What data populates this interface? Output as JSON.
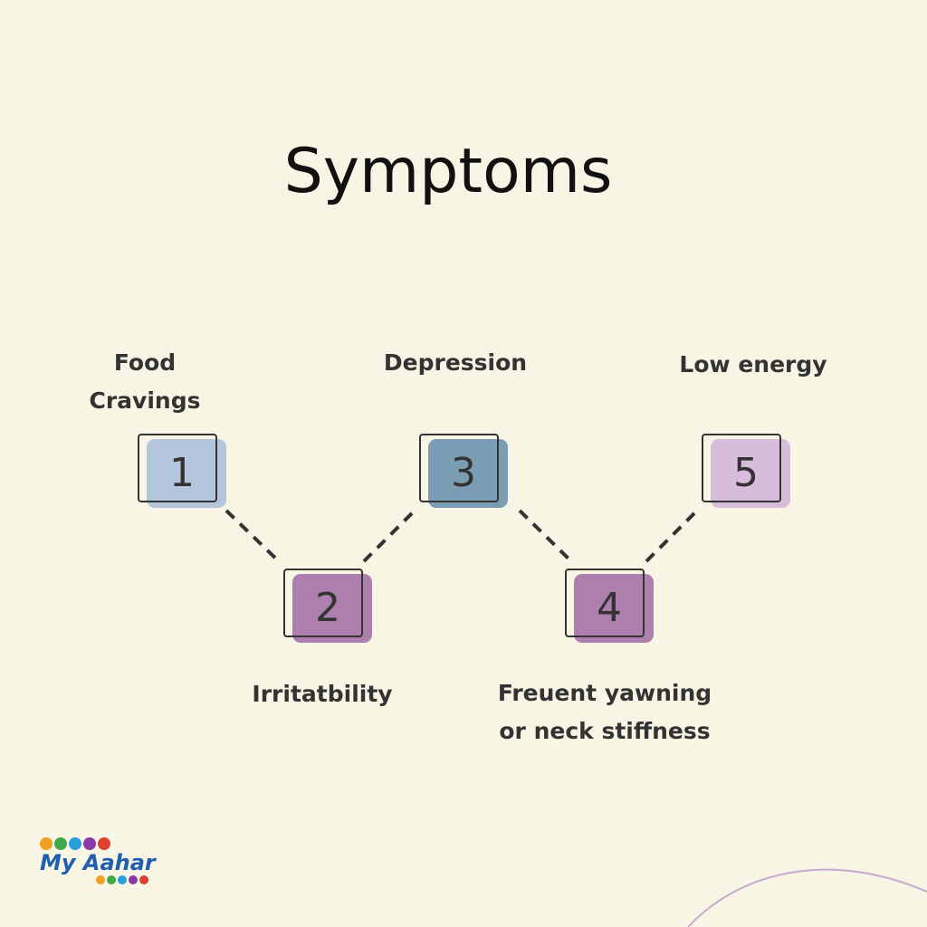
{
  "title": "Symptoms",
  "steps": [
    {
      "number": "1",
      "label": "Food Cravings",
      "color": "#b4c6dc"
    },
    {
      "number": "2",
      "label": "Irritatbility",
      "color": "#ad7fad"
    },
    {
      "number": "3",
      "label": "Depression",
      "color": "#7a9db4"
    },
    {
      "number": "4",
      "label": "Freuent yawning or neck stiffness",
      "color": "#ad7fad"
    },
    {
      "number": "5",
      "label": "Low energy",
      "color": "#d8bcdc"
    }
  ],
  "logo": {
    "text": "My Aahar"
  }
}
